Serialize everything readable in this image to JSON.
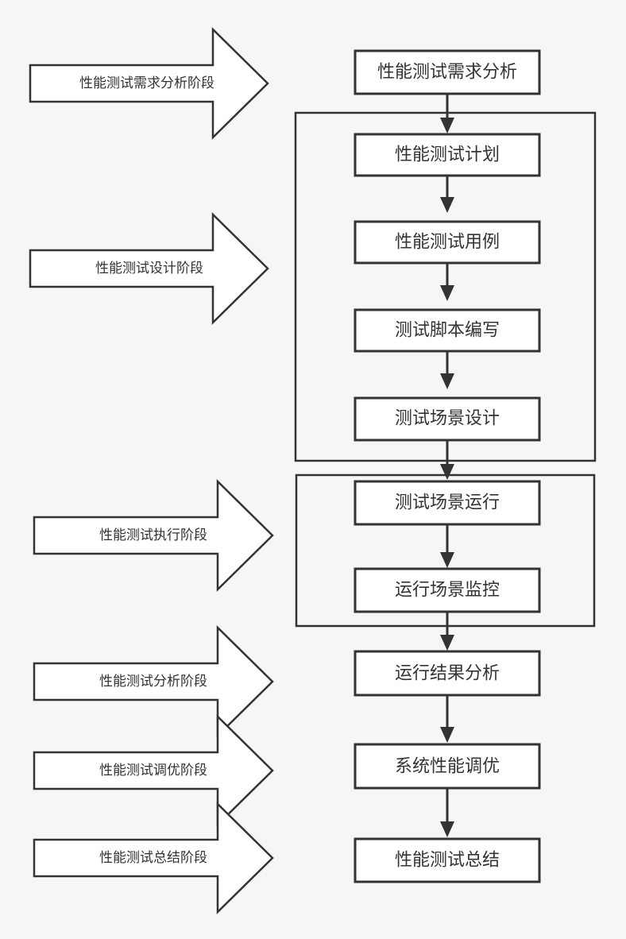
{
  "process_steps": [
    "性能测试需求分析",
    "性能测试计划",
    "性能测试用例",
    "测试脚本编写",
    "测试场景设计",
    "测试场景运行",
    "运行场景监控",
    "运行结果分析",
    "系统性能调优",
    "性能测试总结"
  ],
  "phases": [
    "性能测试需求分析阶段",
    "性能测试设计阶段",
    "性能测试执行阶段",
    "性能测试分析阶段",
    "性能测试调优阶段",
    "性能测试总结阶段"
  ],
  "colors": {
    "stroke": "#333333",
    "fill": "#ffffff",
    "background": "#f6f6f6"
  }
}
